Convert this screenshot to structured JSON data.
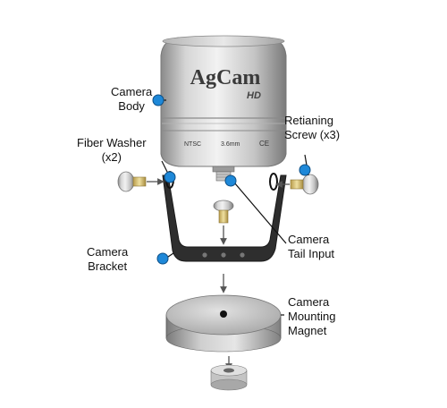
{
  "product": {
    "brand": "AgCam",
    "brand_sub": "HD",
    "body_text_left": "NTSC",
    "body_text_mid": "3.6mm",
    "body_text_right": "CE"
  },
  "labels": {
    "camera_body": [
      "Camera",
      "Body"
    ],
    "fiber_washer": [
      "Fiber Washer",
      "(x2)"
    ],
    "retaining_screw": [
      "Retianing",
      "Screw (x3)"
    ],
    "camera_tail_input": [
      "Camera",
      "Tail Input"
    ],
    "camera_bracket": [
      "Camera",
      "Bracket"
    ],
    "camera_mounting_magnet": [
      "Camera",
      "Mounting",
      "Magnet"
    ]
  },
  "colors": {
    "callout_dot": "#1e88d8",
    "callout_line": "#111111",
    "bracket": "#2e2e2e",
    "metal_light": "#e4e4e4",
    "metal_dark": "#8c8c8c",
    "screw_gold": "#d8c27a",
    "arrow": "#555555"
  },
  "icons": [
    "callout-dot-icon",
    "arrow-down-icon",
    "arrow-right-icon",
    "arrow-left-icon"
  ]
}
